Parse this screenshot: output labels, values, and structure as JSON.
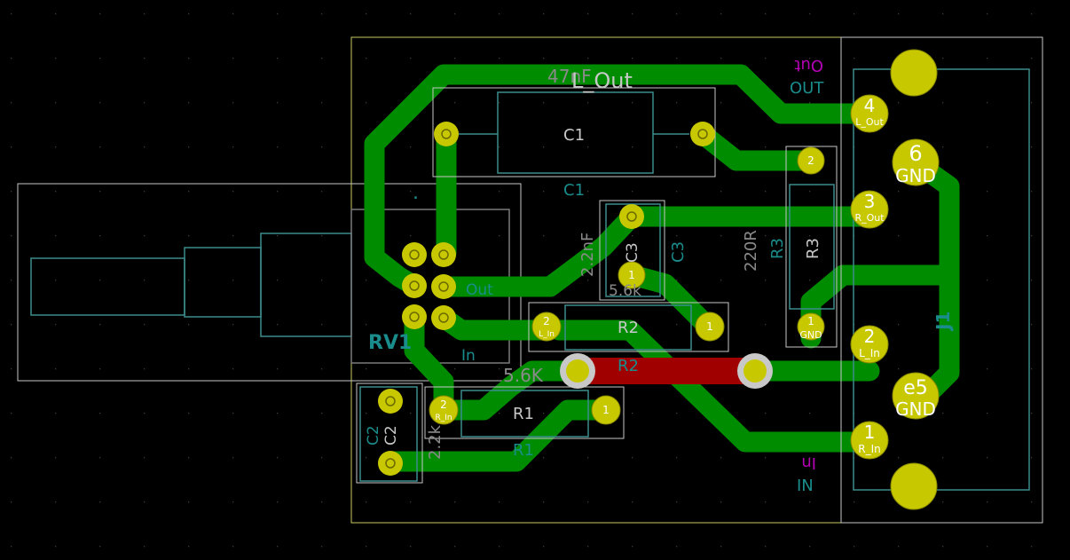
{
  "colors": {
    "background": "#000000",
    "grid": "#3a3a3a",
    "board_edge": "#c8c860",
    "copper_front": "#c00000",
    "copper_back": "#008c00",
    "pad": "#c8c800",
    "pad_hole": "#1a1a1a",
    "courtyard": "#c8c8c8",
    "fab": "#3c8c8c",
    "silk_back": "#b400b4",
    "ref_teal": "#1a8c8c"
  },
  "labels": {
    "c1_value": "47nF",
    "c1_top_net": "L_Out",
    "c1_ref_fab": "C1",
    "c1_ref_silk": "C1",
    "rv1_ref": "RV1",
    "rv1_out": "Out",
    "rv1_in": "In",
    "rv1_marker": ".",
    "c3_value": "2.2nF",
    "c3_ref_fab": "C3",
    "c3_ref_silk": "C3",
    "c3_inner_value": "5.6k",
    "r3_value": "220R",
    "r3_ref_silk": "R3",
    "r3_ref_fab": "R3",
    "r2_ref_fab": "R2",
    "r2_ref_silk": "R2",
    "r2_value": "5.6K",
    "r1_ref_fab": "R1",
    "r1_ref_silk": "R1",
    "r1_value": "2.2k",
    "c2_ref_silk": "C2",
    "c2_ref_fab": "C2",
    "j1_ref": "J1",
    "out_mirror": "Out",
    "out_label": "OUT",
    "in_mirror": "In",
    "in_label": "IN"
  },
  "pads": {
    "j1_4": {
      "num": "4",
      "net": "L_Out"
    },
    "j1_6": {
      "num": "6",
      "net": "GND"
    },
    "j1_3": {
      "num": "3",
      "net": "R_Out"
    },
    "j1_2": {
      "num": "2",
      "net": "L_In"
    },
    "j1_5": {
      "num": "e5",
      "net": "GND"
    },
    "j1_1": {
      "num": "1",
      "net": "R_In"
    },
    "r3_2": {
      "num": "2",
      "net": ""
    },
    "r3_1": {
      "num": "1",
      "net": "GND"
    },
    "r2_2": {
      "num": "2",
      "net": "L_In"
    },
    "r2_1": {
      "num": "1",
      "net": ""
    },
    "r1_2": {
      "num": "2",
      "net": "R_In"
    },
    "r1_1": {
      "num": "1",
      "net": ""
    },
    "c3_1": {
      "num": "1",
      "net": ""
    },
    "via_left": {
      "num": "",
      "net": "L_In"
    },
    "via_right": {
      "num": "",
      "net": "L_In"
    }
  }
}
